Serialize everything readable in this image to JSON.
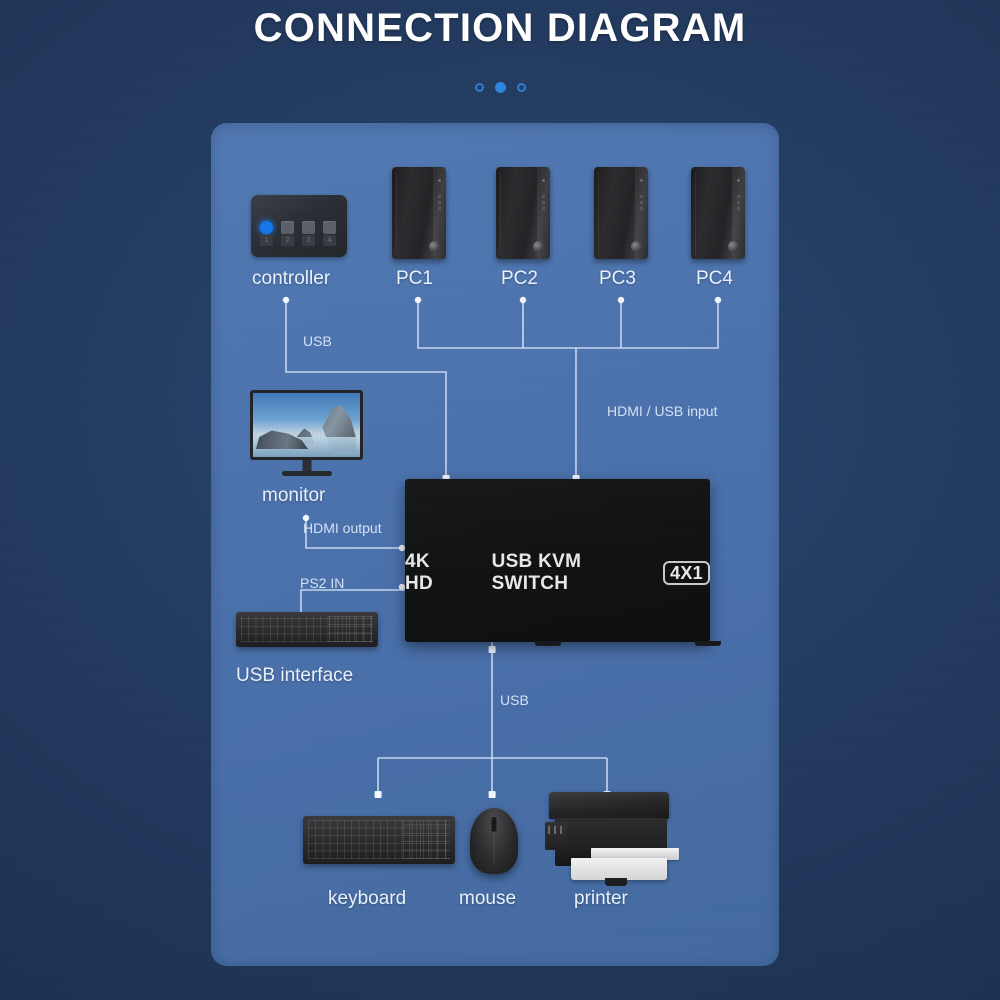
{
  "header": {
    "title": "CONNECTION DIAGRAM",
    "pagination": {
      "dots": 3,
      "active_index": 1,
      "active_color": "#2b86e0",
      "inactive_color": "#2f7fd6"
    }
  },
  "theme": {
    "background": "#1e3557",
    "panel": "#4b72ad",
    "wire": "#cfe0f5",
    "label_text": "#eaf1fb",
    "device_black": "#17181a",
    "led_blue": "#1478ec"
  },
  "diagram": {
    "top_row": {
      "controller": {
        "label": "controller",
        "buttons": [
          {
            "number": "1",
            "active": true
          },
          {
            "number": "2",
            "active": false
          },
          {
            "number": "3",
            "active": false
          },
          {
            "number": "4",
            "active": false
          }
        ]
      },
      "computers": [
        {
          "label": "PC1"
        },
        {
          "label": "PC2"
        },
        {
          "label": "PC3"
        },
        {
          "label": "PC4"
        }
      ]
    },
    "switch": {
      "brand_text": "4K HD",
      "product_text": "USB KVM SWITCH",
      "port_badge": "4X1"
    },
    "left_devices": [
      {
        "name": "monitor",
        "label": "monitor"
      },
      {
        "name": "usb-keyboard",
        "label": "USB interface"
      }
    ],
    "bottom_devices": [
      {
        "name": "keyboard",
        "label": "keyboard"
      },
      {
        "name": "mouse",
        "label": "mouse"
      },
      {
        "name": "printer",
        "label": "printer"
      }
    ],
    "wire_labels": {
      "controller_usb": "USB",
      "pc_input": "HDMI / USB input",
      "hdmi_output": "HDMI output",
      "ps2_in": "PS2 IN",
      "peripheral_usb": "USB"
    }
  }
}
